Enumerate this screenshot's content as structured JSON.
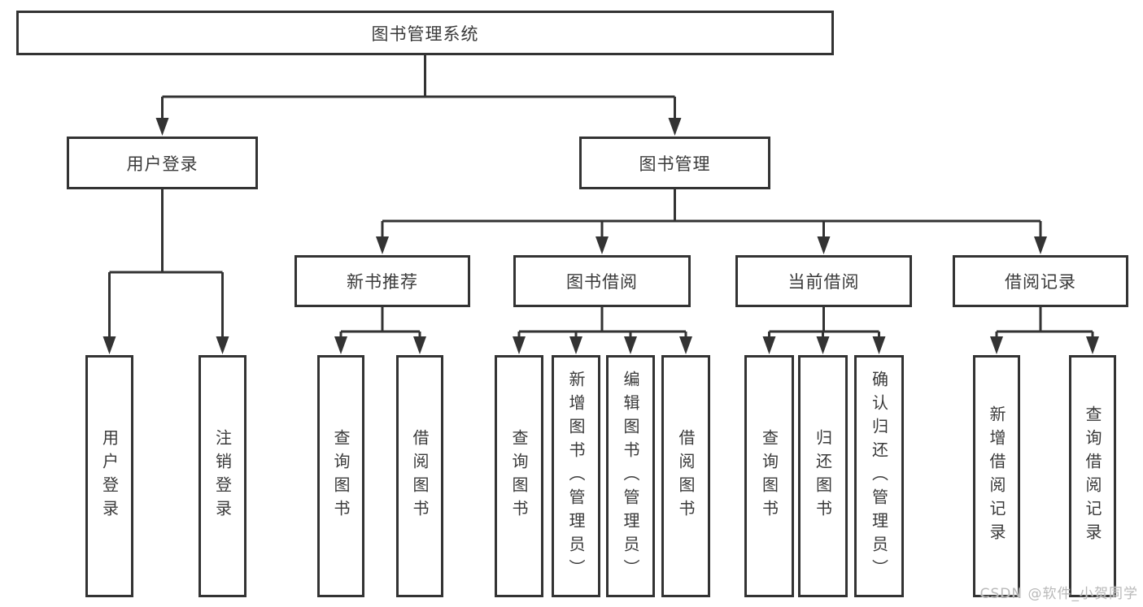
{
  "page": {
    "background": "#ffffff"
  },
  "colors": {
    "line": "#333333",
    "box_border": "#333333",
    "box_fill": "#ffffff",
    "text": "#3a3a3a",
    "watermark_text": "#b9b9b9"
  },
  "tree": {
    "root": "图书管理系统",
    "branches": [
      {
        "label": "用户登录",
        "children": [
          "用户登录",
          "注销登录"
        ]
      },
      {
        "label": "图书管理",
        "sections": [
          {
            "label": "新书推荐",
            "children": [
              "查询图书",
              "借阅图书"
            ]
          },
          {
            "label": "图书借阅",
            "children": [
              "查询图书",
              "新增图书（管理员）",
              "编辑图书（管理员）",
              "借阅图书"
            ]
          },
          {
            "label": "当前借阅",
            "children": [
              "查询图书",
              "归还图书",
              "确认归还（管理员）"
            ]
          },
          {
            "label": "借阅记录",
            "children": [
              "新增借阅记录",
              "查询借阅记录"
            ]
          }
        ]
      }
    ]
  },
  "watermark": "CSDN @软件_小贺同学"
}
